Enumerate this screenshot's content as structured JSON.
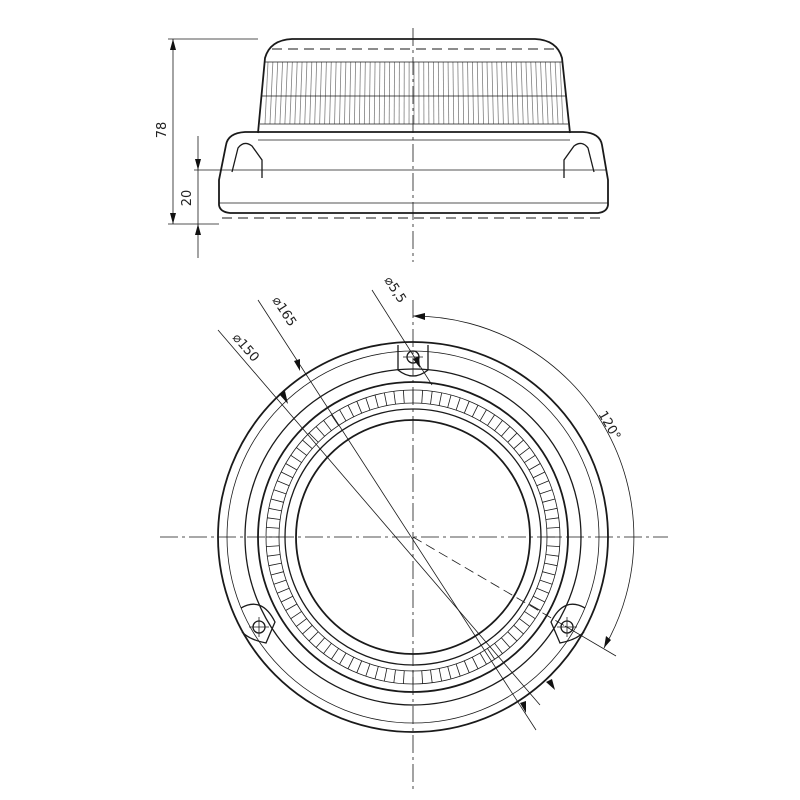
{
  "dimensions": {
    "height_total": "78",
    "height_base": "20",
    "dia_150": "⌀150",
    "dia_165": "⌀165",
    "dia_hole": "⌀5,5",
    "angle": "120°"
  },
  "colors": {
    "line": "#1a1a1a",
    "background": "#ffffff"
  }
}
